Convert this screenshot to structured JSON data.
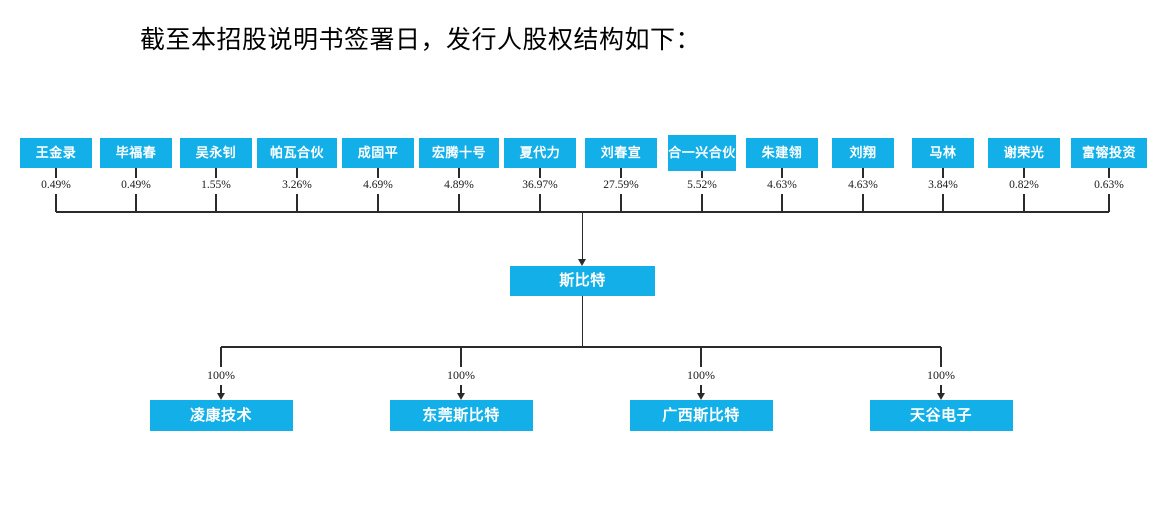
{
  "document": {
    "title_text": "截至本招股说明书签署日，发行人股权结构如下："
  },
  "chart_data": {
    "type": "diagram",
    "diagram_kind": "ownership-structure-org-chart",
    "title": "截至本招股说明书签署日，发行人股权结构如下：",
    "issuer": {
      "name": "斯比特"
    },
    "shareholders": [
      {
        "name": "王金录",
        "percent": "0.49%",
        "value": 0.49,
        "two_line": false
      },
      {
        "name": "毕福春",
        "percent": "0.49%",
        "value": 0.49,
        "two_line": false
      },
      {
        "name": "吴永钊",
        "percent": "1.55%",
        "value": 1.55,
        "two_line": false
      },
      {
        "name": "帕瓦合伙",
        "percent": "3.26%",
        "value": 3.26,
        "two_line": false
      },
      {
        "name": "成固平",
        "percent": "4.69%",
        "value": 4.69,
        "two_line": false
      },
      {
        "name": "宏腾十号",
        "percent": "4.89%",
        "value": 4.89,
        "two_line": false
      },
      {
        "name": "夏代力",
        "percent": "36.97%",
        "value": 36.97,
        "two_line": false
      },
      {
        "name": "刘春宣",
        "percent": "27.59%",
        "value": 27.59,
        "two_line": false
      },
      {
        "name": "合一兴合伙",
        "percent": "5.52%",
        "value": 5.52,
        "two_line": true
      },
      {
        "name": "朱建翎",
        "percent": "4.63%",
        "value": 4.63,
        "two_line": false
      },
      {
        "name": "刘翔",
        "percent": "4.63%",
        "value": 4.63,
        "two_line": false
      },
      {
        "name": "马林",
        "percent": "3.84%",
        "value": 3.84,
        "two_line": false
      },
      {
        "name": "谢荣光",
        "percent": "0.82%",
        "value": 0.82,
        "two_line": false
      },
      {
        "name": "富镕投资",
        "percent": "0.63%",
        "value": 0.63,
        "two_line": false
      }
    ],
    "subsidiaries": [
      {
        "name": "凌康技术",
        "percent": "100%",
        "value": 100
      },
      {
        "name": "东莞斯比特",
        "percent": "100%",
        "value": 100
      },
      {
        "name": "广西斯比特",
        "percent": "100%",
        "value": 100
      },
      {
        "name": "天谷电子",
        "percent": "100%",
        "value": 100
      }
    ],
    "colors": {
      "node_fill": "#12AFE8",
      "node_text": "#FFFFFF",
      "connector": "#2B2B2B",
      "background": "#FFFFFF",
      "label_text": "#1A1A1A"
    }
  }
}
